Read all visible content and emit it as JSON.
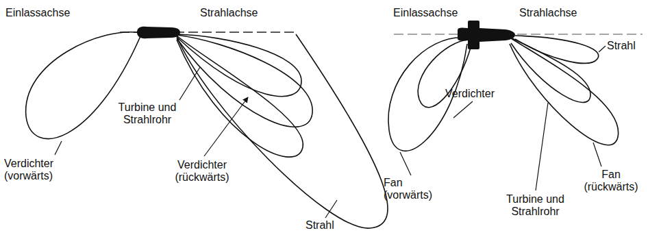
{
  "diagram": {
    "labels": [
      "Einlassachse",
      "Strahlachse",
      "Verdichter (vorwärts)",
      "Turbine und Strahlrohr",
      "Verdichter (rückwärts)",
      "Strahl",
      "Einlassachse",
      "Strahlachse",
      "Strahl",
      "Verdichter",
      "Fan (vorwärts)",
      "Turbine und Strahlrohr",
      "Fan (rückwärts)"
    ]
  }
}
